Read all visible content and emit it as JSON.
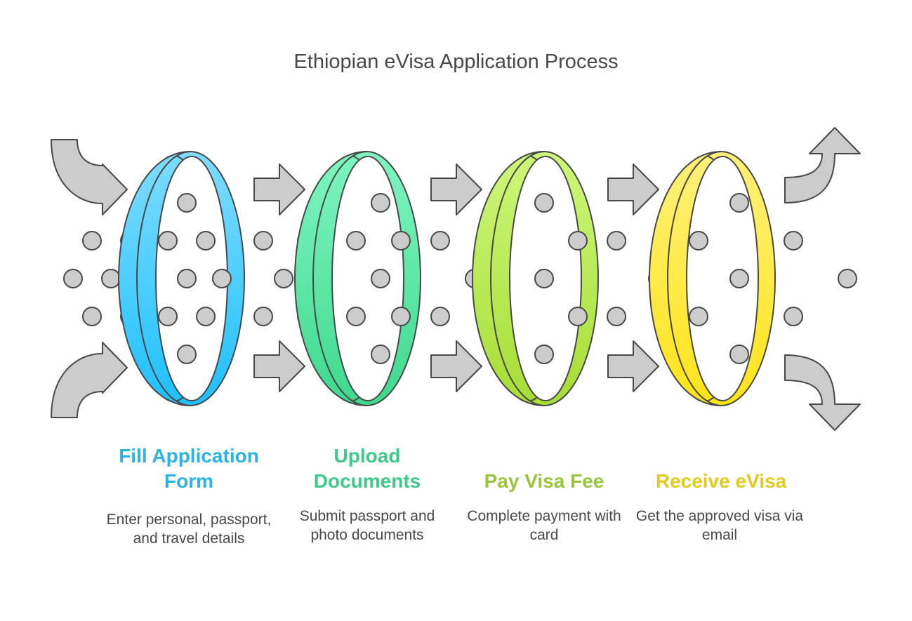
{
  "title": "Ethiopian eVisa Application Process",
  "steps": [
    {
      "title": "Fill Application Form",
      "description": "Enter personal, passport, and travel details",
      "color": "#2ab3e6",
      "ring_top": "#7fdcff",
      "ring_bottom": "#1ec0ff"
    },
    {
      "title": "Upload Documents",
      "description": "Submit passport and photo documents",
      "color": "#3cc98a",
      "ring_top": "#7ff5c1",
      "ring_bottom": "#3ed98c"
    },
    {
      "title": "Pay Visa Fee",
      "description": "Complete payment with card",
      "color": "#9ac43c",
      "ring_top": "#cdf77a",
      "ring_bottom": "#a6dd35"
    },
    {
      "title": "Receive eVisa",
      "description": "Get the approved visa via email",
      "color": "#e0cc1c",
      "ring_top": "#fff07a",
      "ring_bottom": "#ffe418"
    }
  ],
  "colors": {
    "arrow_fill": "#cccccc",
    "arrow_stroke": "#484848",
    "dot_fill": "#cccccc"
  }
}
